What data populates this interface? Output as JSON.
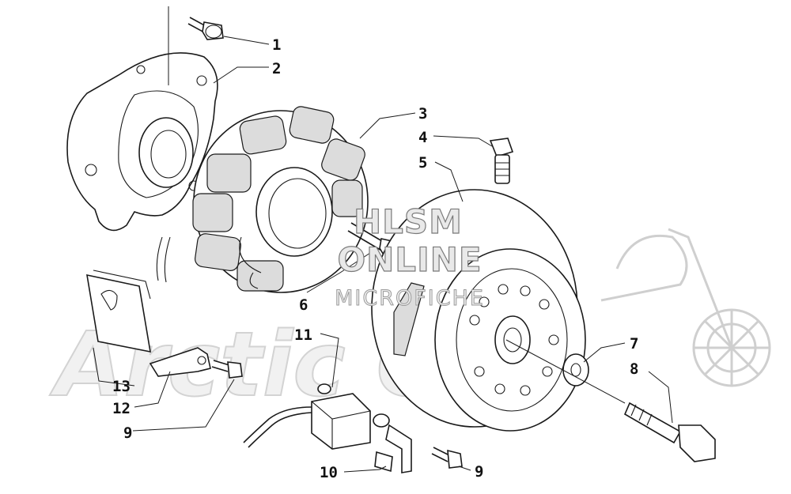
{
  "watermark": {
    "line1": "HLSM",
    "line2": "ONLINE",
    "line3": "MICROFICHE",
    "brand": "Arctic Cat"
  },
  "callouts": [
    {
      "id": "c1",
      "label": "1"
    },
    {
      "id": "c2",
      "label": "2"
    },
    {
      "id": "c3",
      "label": "3"
    },
    {
      "id": "c4",
      "label": "4"
    },
    {
      "id": "c5",
      "label": "5"
    },
    {
      "id": "c6",
      "label": "6"
    },
    {
      "id": "c7",
      "label": "7"
    },
    {
      "id": "c8",
      "label": "8"
    },
    {
      "id": "c9a",
      "label": "9"
    },
    {
      "id": "c9b",
      "label": "9"
    },
    {
      "id": "c10",
      "label": "10"
    },
    {
      "id": "c11",
      "label": "11"
    },
    {
      "id": "c12",
      "label": "12"
    },
    {
      "id": "c13",
      "label": "13"
    }
  ]
}
